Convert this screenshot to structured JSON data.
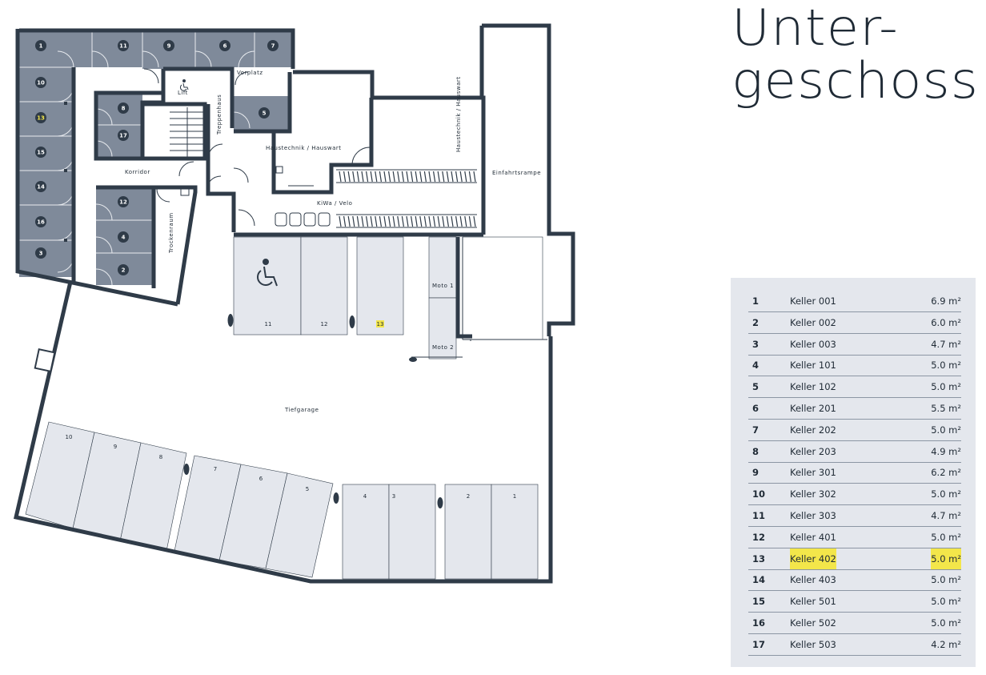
{
  "title": {
    "line1": "Unter-",
    "line2": "geschoss"
  },
  "rooms": {
    "vorplatz": "Vorplatz",
    "lift": "Lift",
    "treppenhaus": "Treppenhaus",
    "haustechnik1": "Haustechnik / Hauswart",
    "haustechnik2": "Haustechnik / Hauswart",
    "korridor": "Korridor",
    "kiwa": "KiWa / Velo",
    "einfahrtsrampe": "Einfahrtsrampe",
    "trockenraum": "Trockenraum",
    "tiefgarage": "Tiefgarage",
    "moto1": "Moto 1",
    "moto2": "Moto 2"
  },
  "cellars": {
    "c1": "1",
    "c2": "2",
    "c3": "3",
    "c4": "4",
    "c5": "5",
    "c6": "6",
    "c7": "7",
    "c8": "8",
    "c9": "9",
    "c10": "10",
    "c11": "11",
    "c12": "12",
    "c13": "13",
    "c14": "14",
    "c15": "15",
    "c16": "16",
    "c17": "17"
  },
  "parking": {
    "p1": "1",
    "p2": "2",
    "p3": "3",
    "p4": "4",
    "p5": "5",
    "p6": "6",
    "p7": "7",
    "p8": "8",
    "p9": "9",
    "p10": "10",
    "p11": "11",
    "p12": "12",
    "p13": "13"
  },
  "table": {
    "rows": [
      {
        "no": "1",
        "name": "Keller 001",
        "area": "6.9 m²"
      },
      {
        "no": "2",
        "name": "Keller 002",
        "area": "6.0 m²"
      },
      {
        "no": "3",
        "name": "Keller 003",
        "area": "4.7 m²"
      },
      {
        "no": "4",
        "name": "Keller 101",
        "area": "5.0 m²"
      },
      {
        "no": "5",
        "name": "Keller 102",
        "area": "5.0 m²"
      },
      {
        "no": "6",
        "name": "Keller 201",
        "area": "5.5 m²"
      },
      {
        "no": "7",
        "name": "Keller 202",
        "area": "5.0 m²"
      },
      {
        "no": "8",
        "name": "Keller 203",
        "area": "4.9 m²"
      },
      {
        "no": "9",
        "name": "Keller 301",
        "area": "6.2 m²"
      },
      {
        "no": "10",
        "name": "Keller 302",
        "area": "5.0 m²"
      },
      {
        "no": "11",
        "name": "Keller 303",
        "area": "4.7 m²"
      },
      {
        "no": "12",
        "name": "Keller 401",
        "area": "5.0 m²"
      },
      {
        "no": "13",
        "name": "Keller 402",
        "area": "5.0 m²",
        "highlight": true
      },
      {
        "no": "14",
        "name": "Keller 403",
        "area": "5.0 m²"
      },
      {
        "no": "15",
        "name": "Keller 501",
        "area": "5.0 m²"
      },
      {
        "no": "16",
        "name": "Keller 502",
        "area": "5.0 m²"
      },
      {
        "no": "17",
        "name": "Keller 503",
        "area": "4.2 m²"
      }
    ]
  },
  "colors": {
    "wall": "#2f3b48",
    "cellar_fill": "#7f8a9a",
    "garage_fill": "#e4e7ed",
    "highlight": "#f3e64a"
  }
}
